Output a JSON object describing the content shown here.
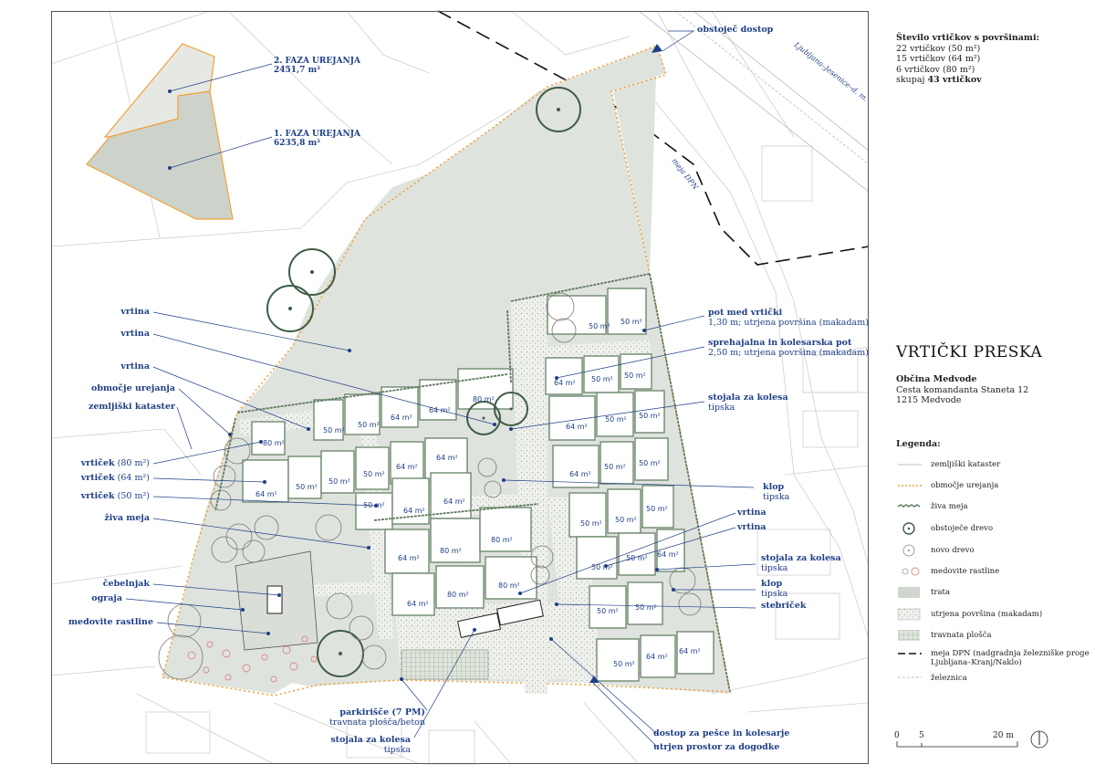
{
  "counts": {
    "title": "Število vrtičkov s površinami:",
    "lines": [
      "22 vrtičkov (50 m²)",
      "15 vrtičkov (64 m²)",
      "6 vrtičkov (80 m²)"
    ],
    "total_prefix": "skupaj ",
    "total_value": "43 vrtičkov"
  },
  "title": "VRTIČKI PRESKA",
  "client": {
    "name": "Občina Medvode",
    "street": "Cesta komandanta Staneta 12",
    "city": "1215 Medvode"
  },
  "legend": {
    "title": "Legenda:",
    "items": [
      {
        "key": "zemljiski-kataster",
        "label": "zemljiški kataster"
      },
      {
        "key": "obmocje-urejanja",
        "label": "območje urejanja"
      },
      {
        "key": "ziva-meja",
        "label": "živa meja"
      },
      {
        "key": "obstojece-drevo",
        "label": "obstoječe drevo"
      },
      {
        "key": "novo-drevo",
        "label": "novo drevo"
      },
      {
        "key": "medovite-rastline",
        "label": "medovite rastline"
      },
      {
        "key": "trata",
        "label": "trata"
      },
      {
        "key": "utrjena-povrsina",
        "label": "utrjena površina (makadam)"
      },
      {
        "key": "travnata-plosca",
        "label": "travnata plošča"
      },
      {
        "key": "meja-dpn",
        "label": "meja DPN (nadgradnja železniške proge",
        "label2": "Ljubljana–Kranj/Naklo)"
      },
      {
        "key": "zeleznica",
        "label": "železnica"
      }
    ]
  },
  "scale": {
    "t0": "0",
    "t5": "5",
    "t20": "20 m"
  },
  "phases": {
    "phase2": {
      "name": "2. FAZA UREJANJA",
      "area": "2451,7 m²"
    },
    "phase1": {
      "name": "1. FAZA UREJANJA",
      "area": "6235,8 m²"
    }
  },
  "labels": {
    "obstojec_dostop": "obstoječ dostop",
    "railway": "Ljubljana–Jesenice–d. m.",
    "meja_dpn": "meja DPN",
    "vrtina1": "vrtina",
    "vrtina2": "vrtina",
    "vrtina3": "vrtina",
    "obmocje": "območje urejanja",
    "kataster": "zemljiški kataster",
    "vrticek80_b": "vrtiček",
    "vrticek80_s": " (80 m²)",
    "vrticek64_b": "vrtiček",
    "vrticek64_s": " (64 m²)",
    "vrticek50_b": "vrtiček",
    "vrticek50_s": " (50 m²)",
    "ziva_meja": "živa meja",
    "cebelnjak": "čebelnjak",
    "ograja": "ograja",
    "medovite": "medovite rastline",
    "parkirisce_b": "parkirišče (7 PM)",
    "parkirisce_s": "travnata plošča/beton",
    "stojala_bottom_b": "stojala za kolesa",
    "stojala_bottom_s": "tipska",
    "dostop": "dostop za pešce in kolesarje",
    "utrjen": "utrjen prostor za dogodke",
    "pot_b": "pot med vrtički",
    "pot_s": "1,30 m; utrjena površina (makadam)",
    "sprehajalna_b": "sprehajalna in kolesarska pot",
    "sprehajalna_s": "2,50 m; utrjena površina (makadam)",
    "stojala1_b": "stojala za kolesa",
    "stojala1_s": "tipska",
    "klop1_b": "klop",
    "klop1_s": "tipska",
    "vrtina_r1": "vrtina",
    "vrtina_r2": "vrtina",
    "stojala2_b": "stojala za kolesa",
    "stojala2_s": "tipska",
    "klop2_b": "klop",
    "klop2_s": "tipska",
    "stebricek": "stebriček"
  },
  "plot_labels": {
    "p50": "50 m²",
    "p64": "64 m²",
    "p80": "80 m²"
  },
  "colors": {
    "lawn": "#dfe3dd",
    "hatch_area": "#e7ebe6",
    "hedge": "#5f7a5f",
    "boundary": "#f0a23a",
    "label": "#1f3f86",
    "tree": "#3d5c44",
    "gravel": "#eceeea"
  }
}
